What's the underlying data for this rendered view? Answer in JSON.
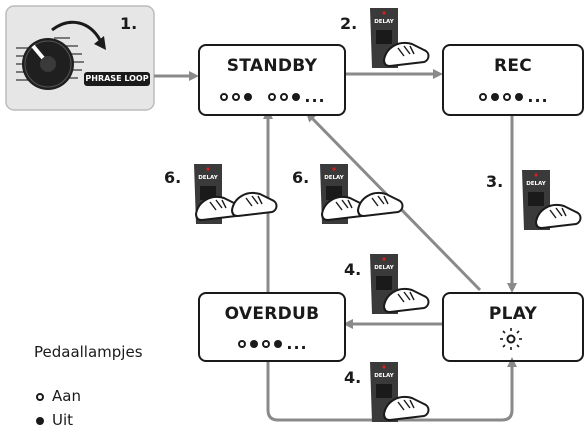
{
  "states": {
    "standby": {
      "title": "STANDBY",
      "leds": [
        "on",
        "on",
        "off",
        "gap",
        "on",
        "on",
        "off"
      ],
      "ellipsis": "..."
    },
    "rec": {
      "title": "REC",
      "leds": [
        "on",
        "off",
        "on",
        "off"
      ],
      "ellipsis": "..."
    },
    "overdub": {
      "title": "OVERDUB",
      "leds": [
        "on",
        "off",
        "on",
        "off"
      ],
      "ellipsis": "..."
    },
    "play": {
      "title": "PLAY"
    }
  },
  "knob": {
    "label": "PHRASE LOOP"
  },
  "steps": {
    "s1": "1.",
    "s2": "2.",
    "s3": "3.",
    "s4a": "4.",
    "s4b": "4.",
    "s6a": "6.",
    "s6b": "6."
  },
  "pedal_label": "DELAY",
  "legend": {
    "title": "Pedaallampjes",
    "items": [
      {
        "state": "on",
        "label": "Aan"
      },
      {
        "state": "off",
        "label": "Uit"
      }
    ]
  },
  "colors": {
    "arrow": "#8a8a8a",
    "pedal": "#3a3a3a",
    "pedal_led": "#d02020",
    "knob_panel": "#e6e6e6"
  }
}
